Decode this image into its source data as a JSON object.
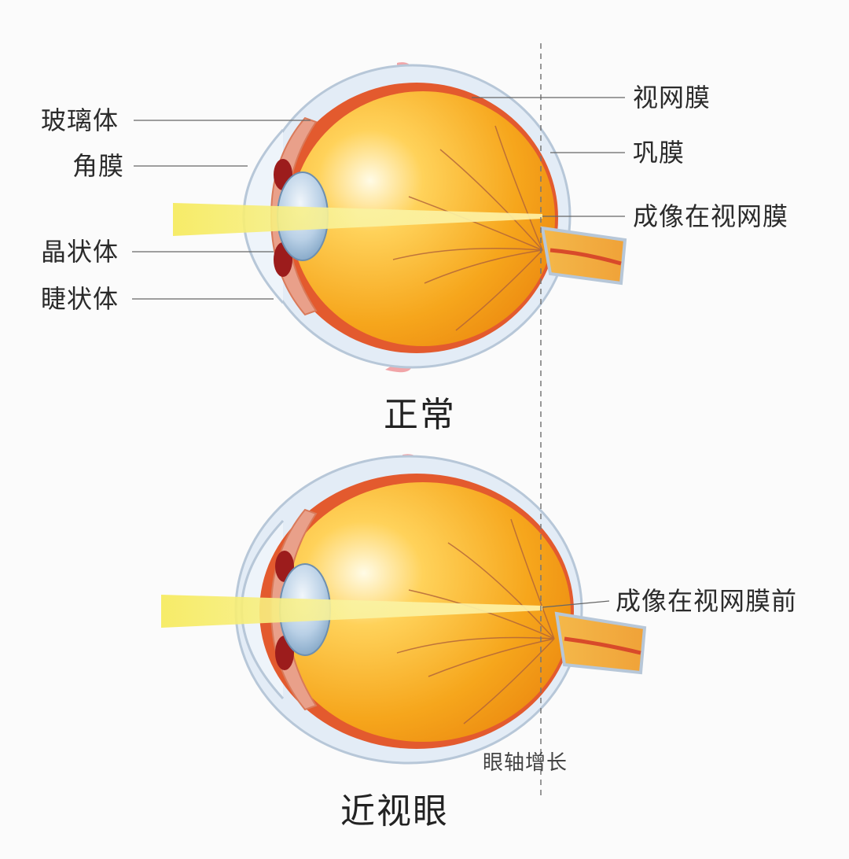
{
  "labels": {
    "vitreous": "玻璃体",
    "cornea": "角膜",
    "lens": "晶状体",
    "ciliary": "睫状体",
    "retina": "视网膜",
    "sclera": "巩膜",
    "image_on_retina": "成像在视网膜",
    "image_before_retina": "成像在视网膜前",
    "axial_elongation": "眼轴增长"
  },
  "captions": {
    "normal": "正常",
    "myopia": "近视眼"
  },
  "colors": {
    "background": "#fbfbfb",
    "sclera": "#dfe9f3",
    "retina_red": "#d84a2a",
    "vitreous_orange": "#f4a21a",
    "light_beam": "#f8e95a",
    "lens_blue": "#a9c6de",
    "leader_line": "#666666"
  }
}
